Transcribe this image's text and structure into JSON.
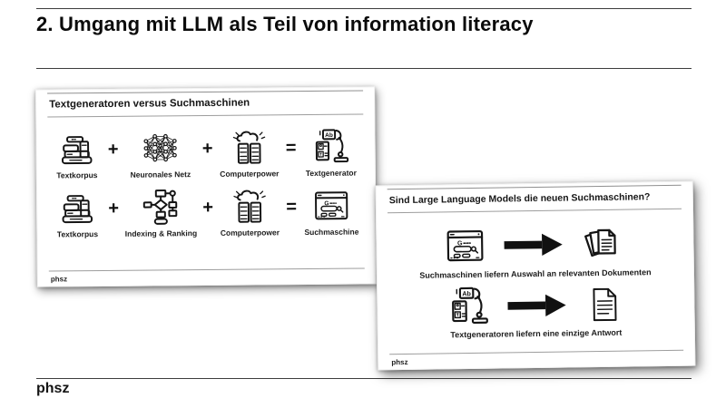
{
  "slide": {
    "title": "2. Umgang mit LLM als Teil von information literacy",
    "footer_logo": "phsz"
  },
  "operators": {
    "plus": "+",
    "equals": "="
  },
  "card1": {
    "title": "Textgeneratoren versus Suchmaschinen",
    "footer_logo": "phsz",
    "row1": {
      "terms": [
        "Textkorpus",
        "Neuronales Netz",
        "Computerpower"
      ],
      "result": "Textgenerator"
    },
    "row2": {
      "terms": [
        "Textkorpus",
        "Indexing & Ranking",
        "Computerpower"
      ],
      "result": "Suchmaschine"
    }
  },
  "card2": {
    "title": "Sind Large Language Models die neuen Suchmaschinen?",
    "footer_logo": "phsz",
    "row1": {
      "caption": "Suchmaschinen liefern Auswahl an relevanten Dokumenten"
    },
    "row2": {
      "caption": "Textgeneratoren liefern eine einzige Antwort"
    }
  },
  "icon_glyphs": {
    "robot_card_label": "Ab",
    "browser_logo": "G"
  },
  "icons": {
    "textkorpus": "book-stack-icon",
    "neuronales_netz": "neural-network-icon",
    "computerpower": "server-cloud-icon",
    "textgenerator": "robot-arm-icon",
    "indexing_ranking": "flowchart-icon",
    "suchmaschine": "browser-search-icon",
    "dokumente": "document-stack-icon",
    "antwort": "single-document-icon",
    "arrow": "thick-right-arrow-icon"
  },
  "colors": {
    "background": "#ffffff",
    "text": "#111111",
    "rule_dark": "#3d3d3d",
    "rule_light": "#9d9d9d",
    "icon_stroke": "#141414"
  }
}
